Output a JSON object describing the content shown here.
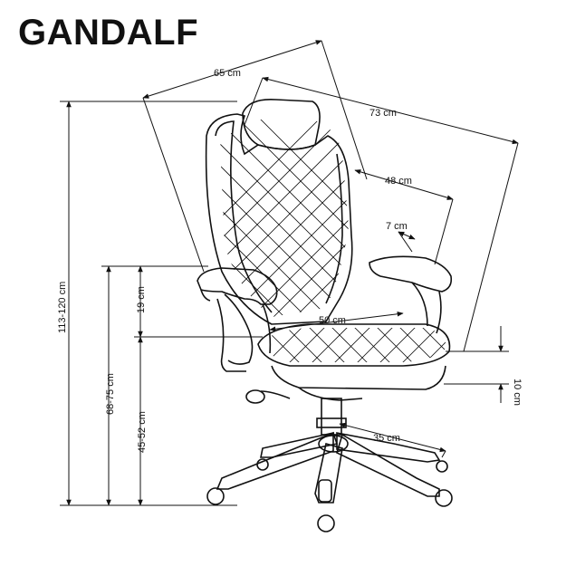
{
  "product": {
    "title": "GANDALF"
  },
  "dimensions": {
    "width": "65 cm",
    "depth": "73 cm",
    "seat_width": "48 cm",
    "armrest_width": "7 cm",
    "seat_depth": "50 cm",
    "total_height": "113-120 cm",
    "armrest_height": "68-75 cm",
    "armrest_above_seat": "19 cm",
    "seat_height": "45-52 cm",
    "seat_thickness": "10 cm",
    "base_radius": "35 cm"
  }
}
